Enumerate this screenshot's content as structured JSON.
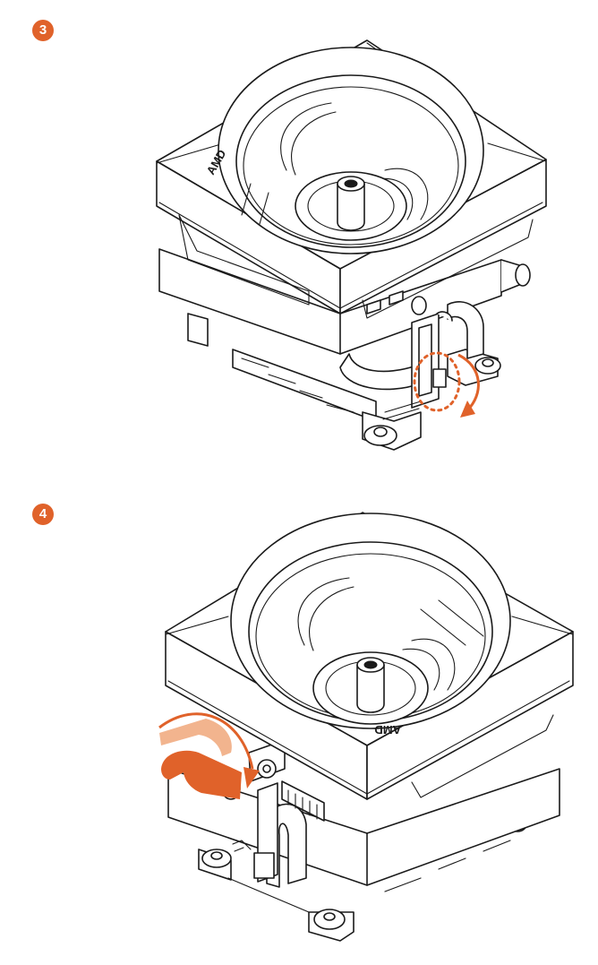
{
  "steps": [
    {
      "number": "3",
      "logo_text": "AMD"
    },
    {
      "number": "4",
      "logo_text": "AMD"
    }
  ],
  "colors": {
    "accent": "#e0622a",
    "accent_light": "#f2b48e",
    "line": "#1a1a1a",
    "background": "#ffffff"
  }
}
